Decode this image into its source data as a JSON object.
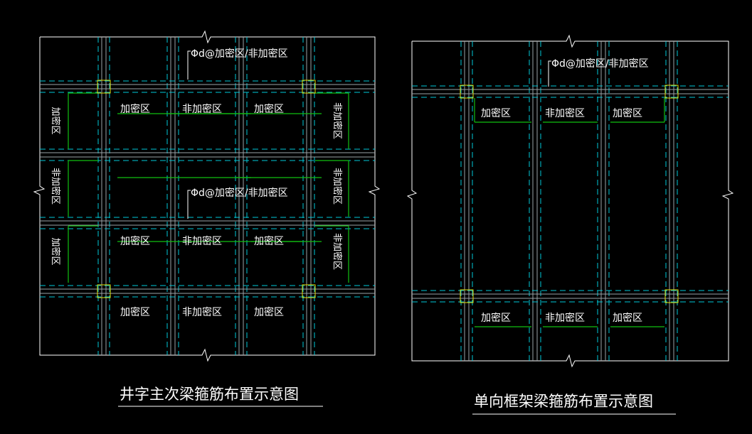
{
  "colors": {
    "background": "#000000",
    "outline": "#ffffff",
    "beam_dash": "#00c8d8",
    "beam_solid": "#9aa3a8",
    "column": "#e8e000",
    "zone_line": "#10c010",
    "text": "#ffffff"
  },
  "left_diagram": {
    "title": "井字主次梁箍筋布置示意图",
    "spec_label": "Φd@加密区/非加密区",
    "dense_label": "加密区",
    "non_dense_label": "非加密区"
  },
  "right_diagram": {
    "title": "单向框架梁箍筋布置示意图",
    "spec_label": "Φd@加密区/非加密区",
    "dense_label": "加密区",
    "non_dense_label": "非加密区"
  }
}
